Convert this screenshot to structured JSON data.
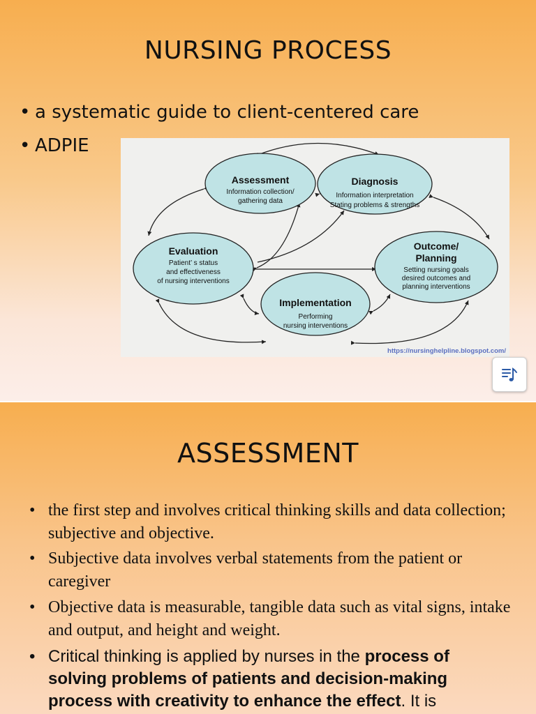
{
  "slide1": {
    "title": "NURSING PROCESS",
    "bullets": [
      "a systematic guide to client-centered care",
      "ADPIE"
    ],
    "diagram": {
      "assessment": {
        "title": "Assessment",
        "lines": [
          "Information collection/",
          "gathering data"
        ]
      },
      "diagnosis": {
        "title": "Diagnosis",
        "lines": [
          "Information interpretation",
          "Stating problems & strengths"
        ]
      },
      "outcome": {
        "title_lines": [
          "Outcome/",
          "Planning"
        ],
        "lines": [
          "Setting nursing goals",
          "desired outcomes and",
          "planning interventions"
        ]
      },
      "implementation": {
        "title": "Implementation",
        "lines": [
          "Performing",
          "nursing interventions"
        ]
      },
      "evaluation": {
        "title": "Evaluation",
        "lines": [
          "Patient’ s status",
          "and effectiveness",
          "of nursing interventions"
        ]
      },
      "watermark": "https://nursinghelpline.blogspot.com/"
    },
    "icon": "music-playlist-icon",
    "accent_color": "#f7ae4f",
    "ellipse_color": "#bfe3e5"
  },
  "slide2": {
    "title": "ASSESSMENT",
    "bullets": [
      " the first step and involves critical thinking skills and data collection; subjective and objective.",
      " Subjective data involves verbal statements from the patient or caregiver",
      "Objective data is measurable, tangible data such as vital signs, intake and output, and height and weight."
    ],
    "last_bullet": {
      "pre": "Critical thinking is applied by nurses in the ",
      "bold": "process of solving problems of patients and decision-making process with creativity to enhance the effect",
      "post": ". It is"
    }
  }
}
